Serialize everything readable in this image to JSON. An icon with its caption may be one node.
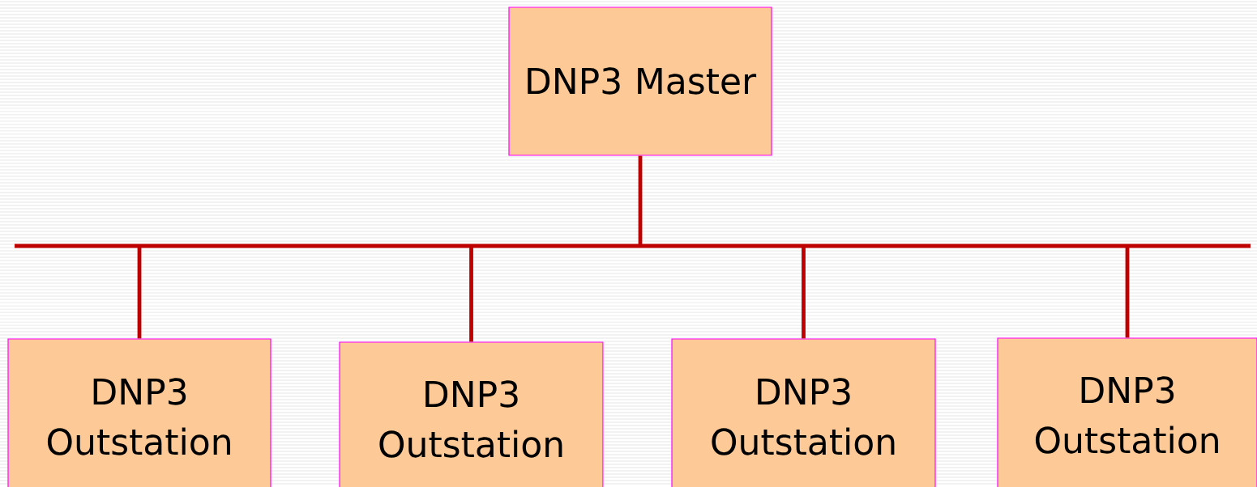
{
  "diagram": {
    "nodes": [
      {
        "text": [
          "DNP3 Master"
        ]
      },
      {
        "text": [],
        "shape": "bar"
      },
      {
        "text": [
          "DNP3 Outstation"
        ]
      },
      {
        "text": [
          "DNP3 Outstation"
        ]
      },
      {
        "text": [
          "DNP3 Outstation"
        ]
      },
      {
        "text": [
          "DNP3 Outstation"
        ]
      }
    ],
    "edges": [
      {
        "from": 0,
        "to": 1,
        "arrow": "none"
      },
      {
        "from": 1,
        "to": 2,
        "arrow": "none"
      },
      {
        "from": 1,
        "to": 3,
        "arrow": "none"
      },
      {
        "from": 1,
        "to": 4,
        "arrow": "none"
      },
      {
        "from": 1,
        "to": 5,
        "arrow": "none"
      }
    ]
  }
}
